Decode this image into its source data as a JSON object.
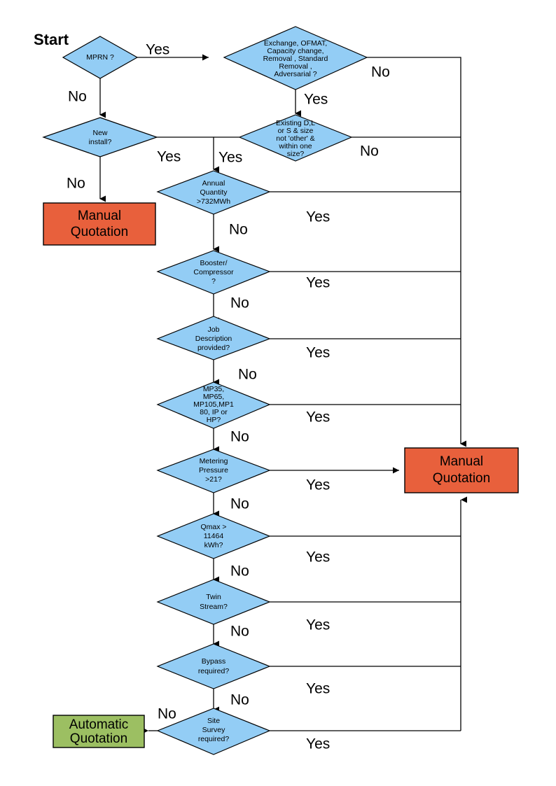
{
  "diagram": {
    "title_label": "Start",
    "accent_colors": {
      "decision_fill": "#93CDF5",
      "manual_fill": "#E8603C",
      "automatic_fill": "#9CBF62",
      "stroke": "#000000",
      "background": "#FFFFFF"
    },
    "edge_label_yes": "Yes",
    "edge_label_no": "No"
  },
  "nodes": {
    "mprn": {
      "lines": [
        "MPRN ?"
      ]
    },
    "exchange": {
      "lines": [
        "Exchange, OFMAT,",
        "Capacity change,",
        "Removal , Standard",
        "Removal ,",
        "Adversarial ?"
      ]
    },
    "new_install": {
      "lines": [
        "New",
        "install?"
      ]
    },
    "existing": {
      "lines": [
        "Existing D,L",
        "or S & size",
        "not 'other' &",
        "within one",
        "size?"
      ]
    },
    "annual_quantity": {
      "lines": [
        "Annual",
        "Quantity",
        ">732MWh"
      ]
    },
    "booster": {
      "lines": [
        "Booster/",
        "Compressor",
        "?"
      ]
    },
    "job_description": {
      "lines": [
        "Job",
        "Description",
        "provided?"
      ]
    },
    "mp_types": {
      "lines": [
        "MP35,",
        "MP65,",
        "MP105,MP1",
        "80, IP or",
        "HP?"
      ]
    },
    "metering_pressure": {
      "lines": [
        "Metering",
        "Pressure",
        ">21?"
      ]
    },
    "qmax": {
      "lines": [
        "Qmax >",
        "11464",
        "kWh?"
      ]
    },
    "twin_stream": {
      "lines": [
        "Twin",
        "Stream?"
      ]
    },
    "bypass": {
      "lines": [
        "Bypass",
        "required?"
      ]
    },
    "site_survey": {
      "lines": [
        "Site",
        "Survey",
        "required?"
      ]
    },
    "manual_quotation_left": {
      "lines": [
        "Manual",
        "Quotation"
      ]
    },
    "manual_quotation_right": {
      "lines": [
        "Manual",
        "Quotation"
      ]
    },
    "automatic_quotation": {
      "lines": [
        "Automatic",
        "Quotation"
      ]
    }
  },
  "edge_labels": {
    "mprn_yes": "Yes",
    "mprn_no": "No",
    "exchange_no": "No",
    "exchange_yes": "Yes",
    "new_install_yes": "Yes",
    "new_install_no": "No",
    "existing_no": "No",
    "existing_yes": "Yes",
    "annual_quantity_yes": "Yes",
    "annual_quantity_no": "No",
    "booster_yes": "Yes",
    "booster_no": "No",
    "job_description_yes": "Yes",
    "job_description_no": "No",
    "mp_types_yes": "Yes",
    "mp_types_no": "No",
    "metering_pressure_yes": "Yes",
    "metering_pressure_no": "No",
    "qmax_yes": "Yes",
    "qmax_no": "No",
    "twin_stream_yes": "Yes",
    "twin_stream_no": "No",
    "bypass_yes": "Yes",
    "bypass_no": "No",
    "site_survey_yes": "Yes",
    "site_survey_no": "No"
  }
}
